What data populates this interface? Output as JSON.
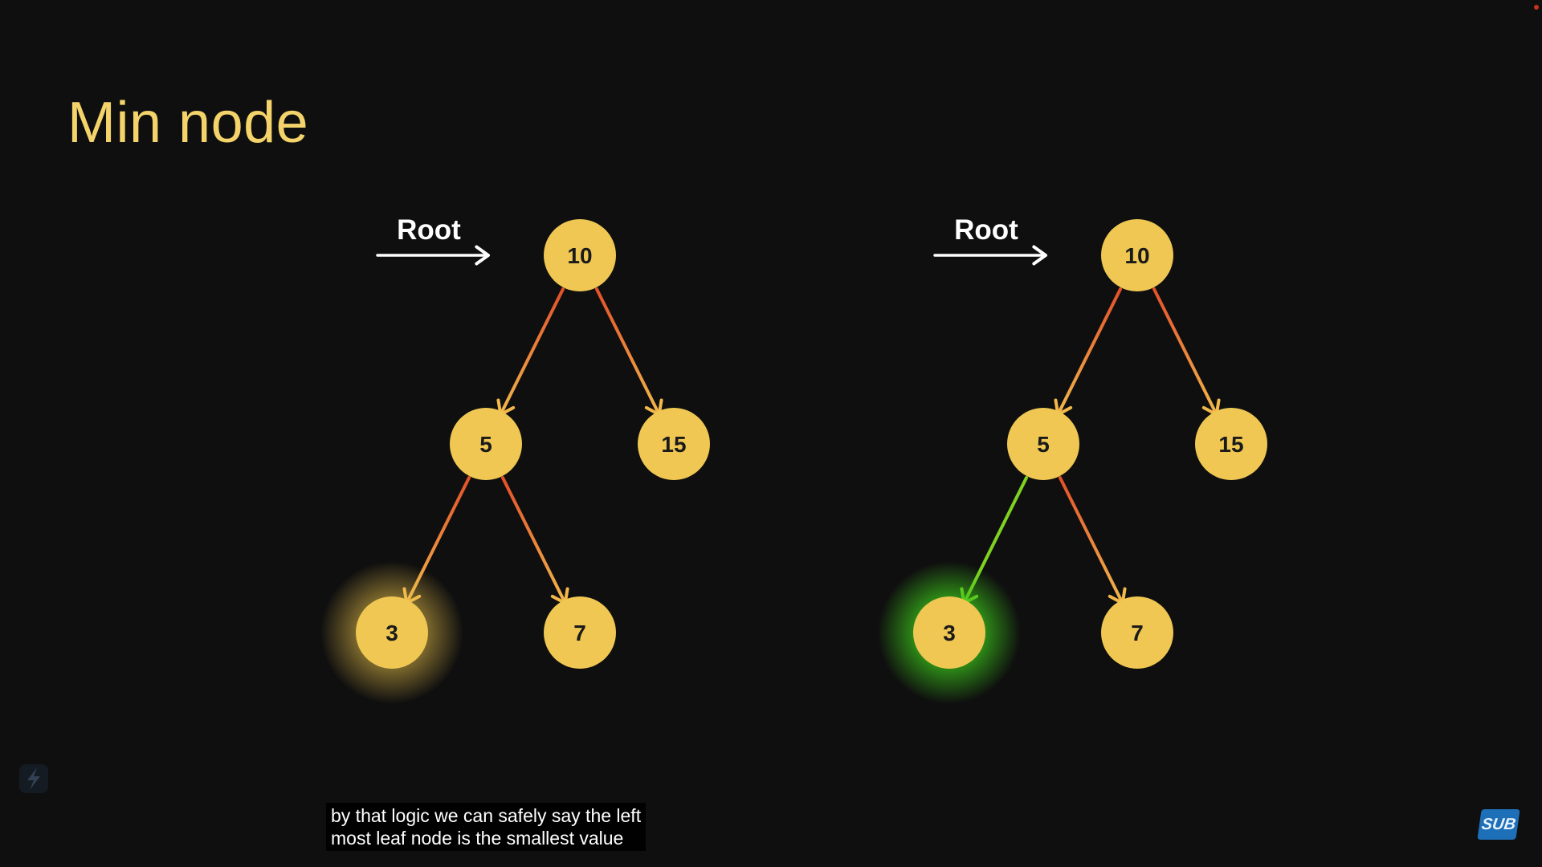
{
  "slide": {
    "title": "Min node"
  },
  "colors": {
    "background": "#0f0f0f",
    "title": "#f3d36a",
    "node_fill": "#efc752",
    "edge_start": "#e3502a",
    "edge_end": "#f2b84a",
    "glow_yellow": "#e9c14a",
    "glow_green": "#3bc21a",
    "edge_highlight_green": "#7ed321"
  },
  "diagrams": [
    {
      "root_label": "Root",
      "nodes": [
        "10",
        "5",
        "15",
        "3",
        "7"
      ],
      "edges": [
        [
          "10",
          "5"
        ],
        [
          "10",
          "15"
        ],
        [
          "5",
          "3"
        ],
        [
          "5",
          "7"
        ]
      ],
      "highlighted_node": "3",
      "highlight_color": "yellow"
    },
    {
      "root_label": "Root",
      "nodes": [
        "10",
        "5",
        "15",
        "3",
        "7"
      ],
      "edges": [
        [
          "10",
          "5"
        ],
        [
          "10",
          "15"
        ],
        [
          "5",
          "3"
        ],
        [
          "5",
          "7"
        ]
      ],
      "highlighted_node": "3",
      "highlight_color": "green"
    }
  ],
  "caption": {
    "line1": "by that logic we can safely say the left",
    "line2": "most leaf node is the smallest value"
  },
  "badge": {
    "sub_label": "SUB"
  },
  "icons": {
    "watermark": "bolt-logo-icon",
    "badge": "subscribe-badge-icon"
  }
}
